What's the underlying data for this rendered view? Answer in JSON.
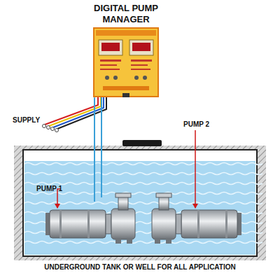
{
  "diagram": {
    "nodes": [
      {
        "text": [
          "DIGITAL PUMP MANAGER"
        ]
      },
      {
        "text": [
          "UNDERGROUND TANK OR WELL FOR ALL APPLICATION"
        ]
      }
    ],
    "edges": [
      {
        "from": 0,
        "to": 1,
        "arrow": "none"
      }
    ],
    "labels": [
      "SUPPLY",
      "PUMP 1",
      "PUMP 2"
    ]
  }
}
